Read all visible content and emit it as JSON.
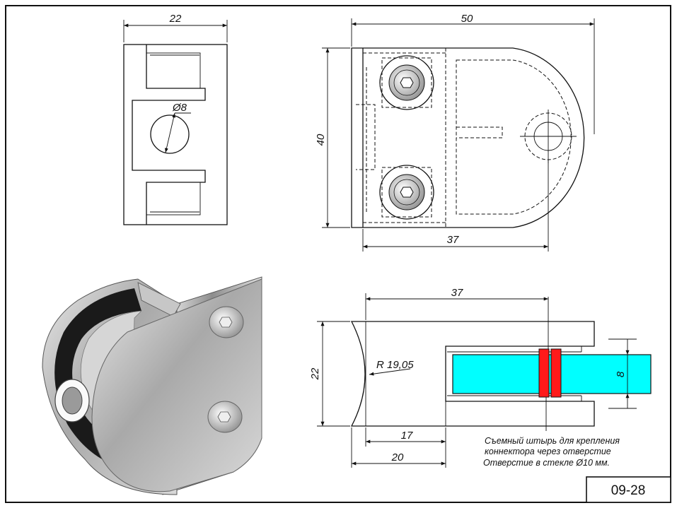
{
  "dimensions": {
    "front_width": "22",
    "hole_diameter": "Ø8",
    "top_width": "50",
    "top_height": "40",
    "top_depth": "37",
    "side_depth": "37",
    "side_height": "22",
    "radius": "R 19,05",
    "glass_thickness": "8",
    "offset_17": "17",
    "offset_20": "20"
  },
  "note": {
    "line1": "Съемный штырь для крепления",
    "line2": "коннектора через отверстие",
    "line3": "Отверстие в стекле Ø10 мм."
  },
  "stamp": {
    "code": "09-28"
  },
  "colors": {
    "glass": "#00ffff",
    "pin": "#ff1a1a",
    "line": "#111111",
    "metal": "#bfbfbf",
    "rubber": "#1a1a1a"
  }
}
